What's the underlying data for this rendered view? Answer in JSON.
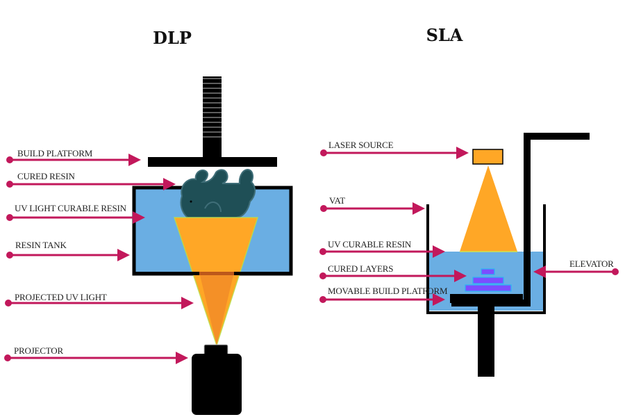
{
  "colors": {
    "arrow": "#c2185b",
    "resin": "#6aaee3",
    "light": "#ffa726",
    "light_dark": "#f28c28",
    "model": "#1f4f56",
    "layers": "#7c4dff",
    "frame": "#000000"
  },
  "dlp": {
    "title": "DLP",
    "labels": {
      "build_platform": "BUILD PLATFORM",
      "cured_resin": "CURED RESIN",
      "uv_light_curable_resin": "UV LIGHT CURABLE RESIN",
      "resin_tank": "RESIN TANK",
      "projected_uv_light": "PROJECTED UV LIGHT",
      "projector": "PROJECTOR"
    }
  },
  "sla": {
    "title": "SLA",
    "labels": {
      "laser_source": "LASER SOURCE",
      "vat": "VAT",
      "uv_curable_resin": "UV CURABLE RESIN",
      "cured_layers": "CURED LAYERS",
      "movable_build_platform": "MOVABLE BUILD PLATFORM",
      "elevator": "ELEVATOR"
    }
  }
}
